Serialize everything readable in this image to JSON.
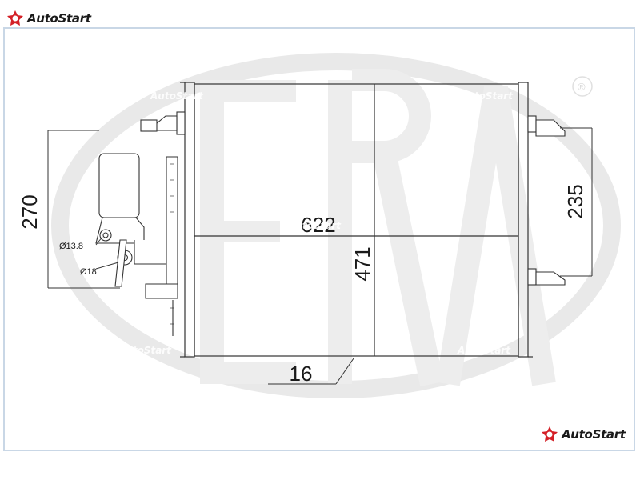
{
  "brand": {
    "name": "AutoStart",
    "accent_color": "#d42027",
    "icon": "autostart-logo-icon"
  },
  "watermark": {
    "text": "AutoStart",
    "mark": "®"
  },
  "dimensions": {
    "width": "622",
    "height": "471",
    "left_height": "270",
    "right_height": "235",
    "thickness": "16",
    "port_large": "Ø13.8",
    "port_small": "Ø18"
  }
}
